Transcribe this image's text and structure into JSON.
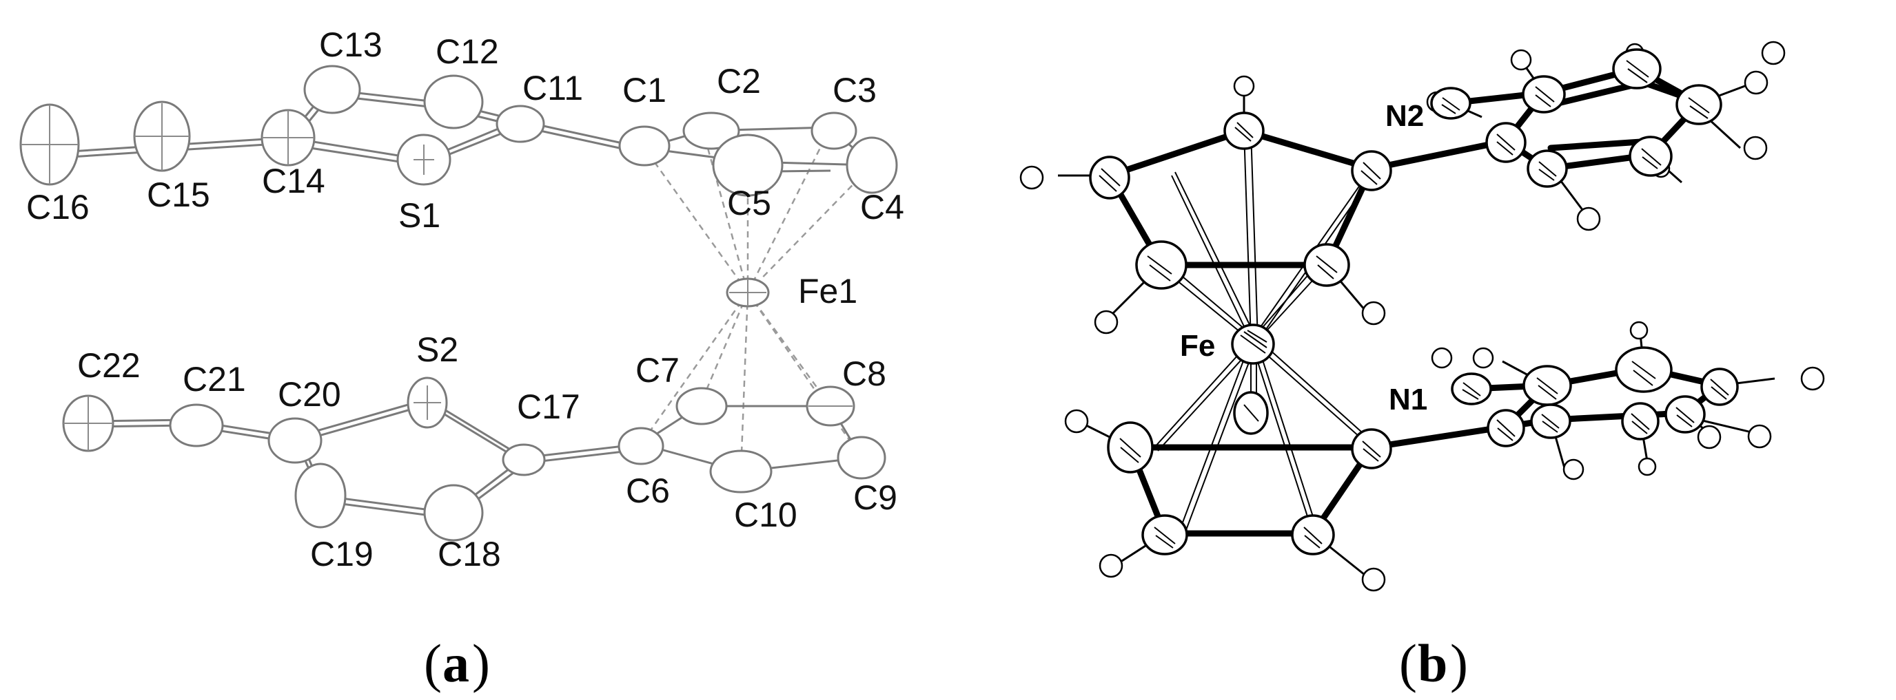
{
  "panel_a": {
    "caption_letter": "a",
    "atom_labels": {
      "C1": "C1",
      "C2": "C2",
      "C3": "C3",
      "C4": "C4",
      "C5": "C5",
      "C6": "C6",
      "C7": "C7",
      "C8": "C8",
      "C9": "C9",
      "C10": "C10",
      "C11": "C11",
      "C12": "C12",
      "C13": "C13",
      "C14": "C14",
      "C15": "C15",
      "C16": "C16",
      "C17": "C17",
      "C18": "C18",
      "C19": "C19",
      "C20": "C20",
      "C21": "C21",
      "C22": "C22",
      "S1": "S1",
      "S2": "S2",
      "Fe1": "Fe1"
    }
  },
  "panel_b": {
    "caption_letter": "b",
    "atom_labels": {
      "Fe": "Fe",
      "N1": "N1",
      "N2": "N2"
    }
  },
  "colors": {
    "bond_dark": "#000000",
    "outline_light": "#7a7a7a",
    "background": "#ffffff"
  }
}
